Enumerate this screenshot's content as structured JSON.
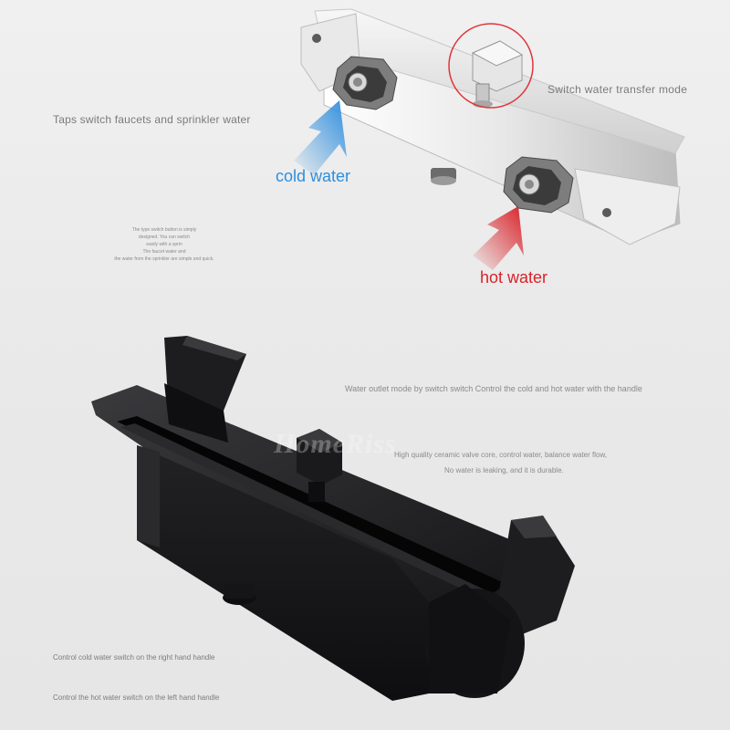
{
  "labels": {
    "switch_mode": "Switch water transfer mode",
    "taps_switch": "Taps switch faucets and sprinkler water",
    "cold_water": "cold water",
    "hot_water": "hot water",
    "small_text": [
      "The type switch button is simply",
      "designed. You can switch",
      "easily with a sprin",
      "The faucet water and",
      "the water from the sprinkler are simple and quick."
    ],
    "outlet_mode": "Water outlet mode by switch switch   Control the cold and hot water with the handle",
    "valve_core": "High quality ceramic valve core, control water, balance water flow,",
    "no_leak": "No water is leaking, and it is durable.",
    "cold_switch": "Control cold water switch on the right hand handle",
    "hot_switch": "Control the hot water switch on the left hand handle"
  },
  "watermark": "HomeRiss",
  "colors": {
    "cold_arrow": "#2e8ede",
    "hot_arrow": "#d8232a",
    "highlight_circle": "#e0353a",
    "chrome": "#dcdcdc",
    "black_body": "#1b1b1d"
  }
}
